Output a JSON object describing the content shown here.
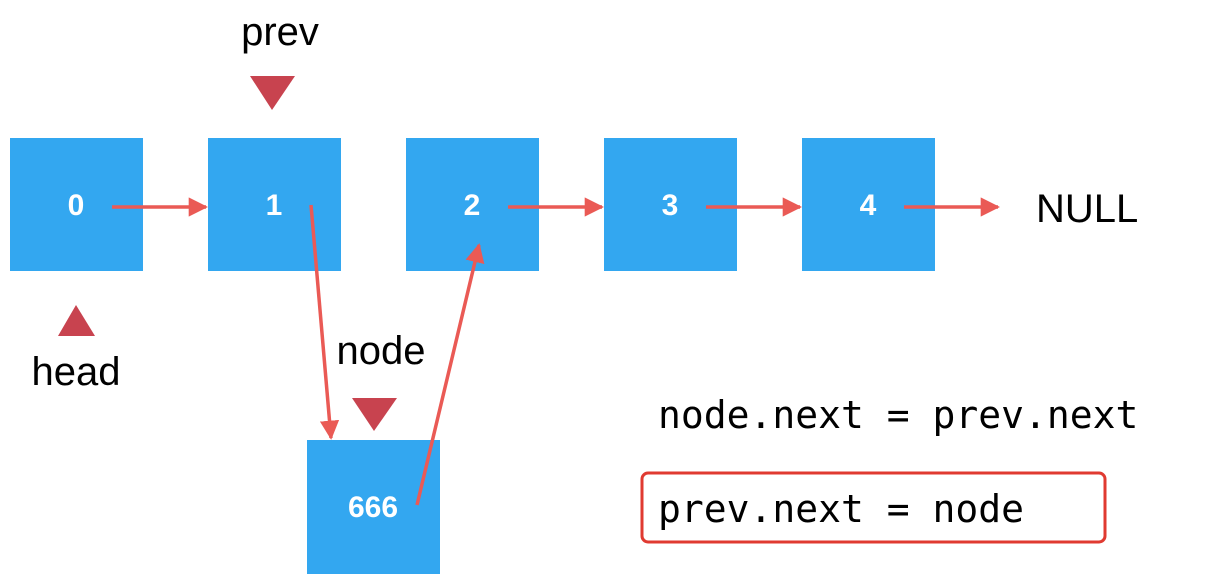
{
  "nodes": [
    {
      "id": "n0",
      "value": "0"
    },
    {
      "id": "n1",
      "value": "1"
    },
    {
      "id": "n2",
      "value": "2"
    },
    {
      "id": "n3",
      "value": "3"
    },
    {
      "id": "n4",
      "value": "4"
    },
    {
      "id": "n666",
      "value": "666"
    }
  ],
  "terminator": "NULL",
  "pointers": {
    "prev": "prev",
    "head": "head",
    "node": "node"
  },
  "code": {
    "line1": "node.next = prev.next",
    "line2": "prev.next = node"
  },
  "colors": {
    "node_fill": "#33a7f0",
    "arrow": "#ea5a55",
    "marker": "#c8434f",
    "highlight": "#e03a31"
  }
}
